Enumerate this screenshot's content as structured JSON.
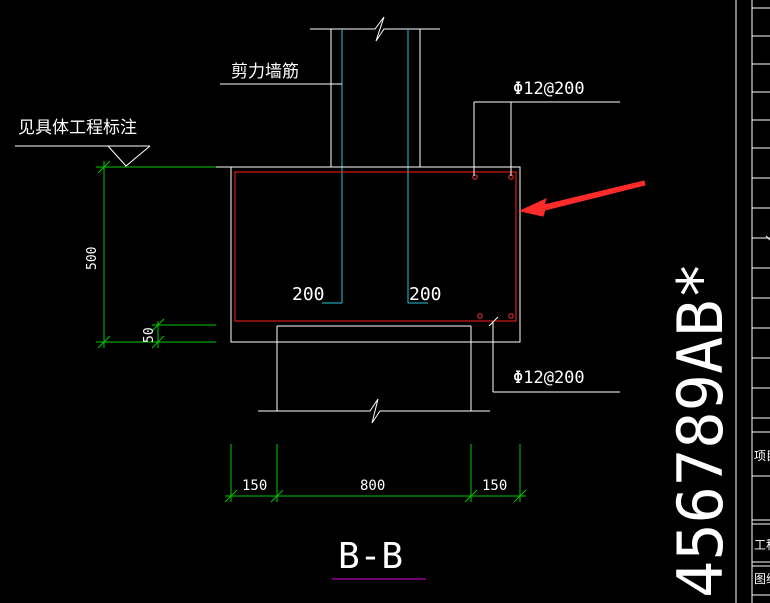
{
  "labels": {
    "shear_wall_rebar": "剪力墙筋",
    "see_project_note": "见具体工程标注",
    "rebar_top": "Φ12@200",
    "rebar_bottom": "Φ12@200",
    "dim_200_left": "200",
    "dim_200_right": "200",
    "dim_500": "500",
    "dim_50": "50",
    "dim_150_left": "150",
    "dim_800": "800",
    "dim_150_right": "150",
    "section_title": "B-B",
    "vertical_text": "456789AB*",
    "tb_label_1": "项目",
    "tb_label_2": "工程",
    "tb_label_3": "图纸"
  },
  "colors": {
    "background": "#000000",
    "outline": "#ffffff",
    "dimension": "#00c800",
    "rebar": "#ff2020",
    "wall_rebar": "#22c8d8",
    "underline": "#e000e0",
    "arrow": "#ff2a2a"
  }
}
